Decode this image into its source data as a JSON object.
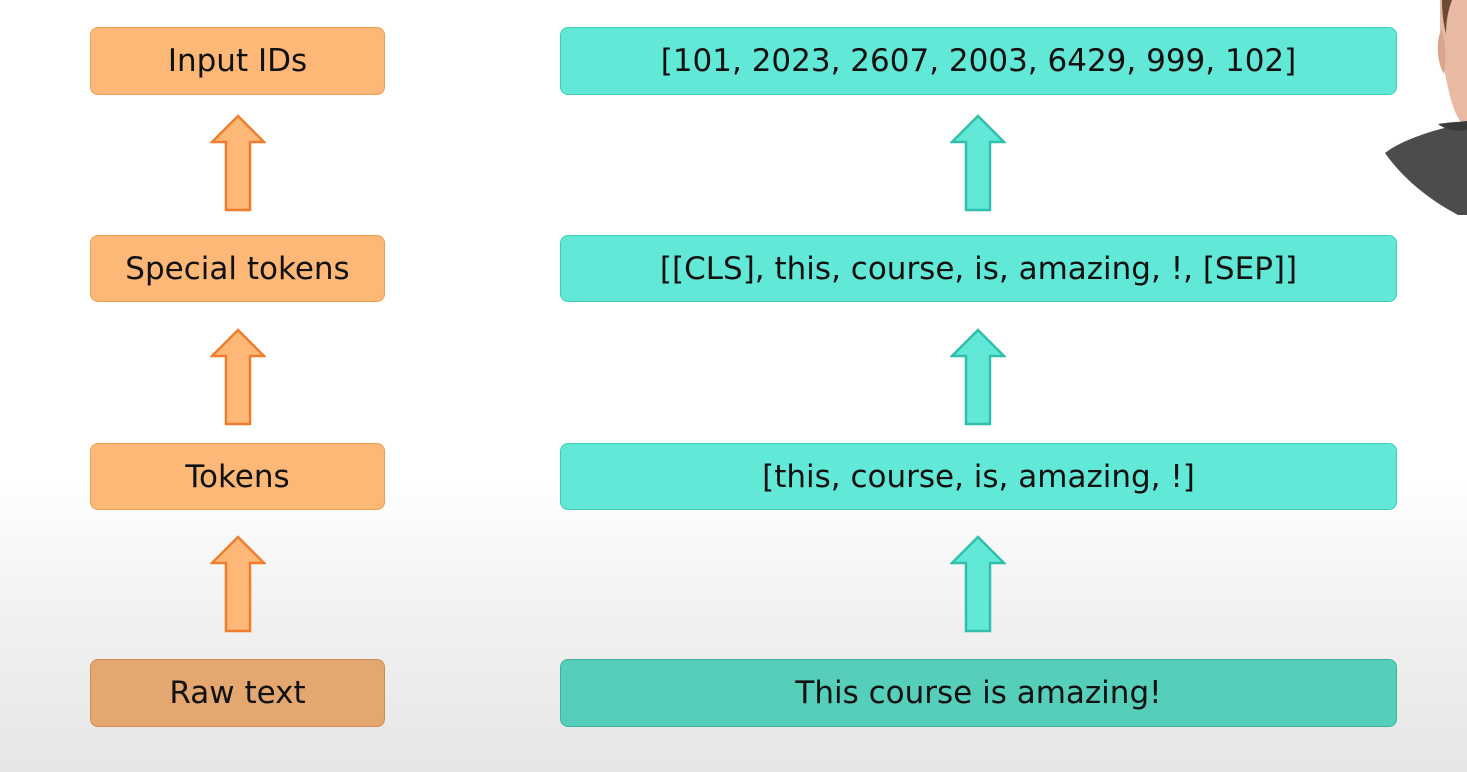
{
  "colors": {
    "orange_fill": "#fdb878",
    "orange_stroke": "#ee7e2e",
    "teal_fill": "#62e8d6",
    "teal_stroke": "#2fbfab"
  },
  "stages": [
    {
      "label": "Input IDs",
      "value": "[101, 2023, 2607, 2003, 6429, 999, 102]"
    },
    {
      "label": "Special tokens",
      "value": "[[CLS], this, course, is, amazing, !, [SEP]]"
    },
    {
      "label": "Tokens",
      "value": "[this, course, is, amazing, !]"
    },
    {
      "label": "Raw text",
      "value": "This course is amazing!"
    }
  ]
}
